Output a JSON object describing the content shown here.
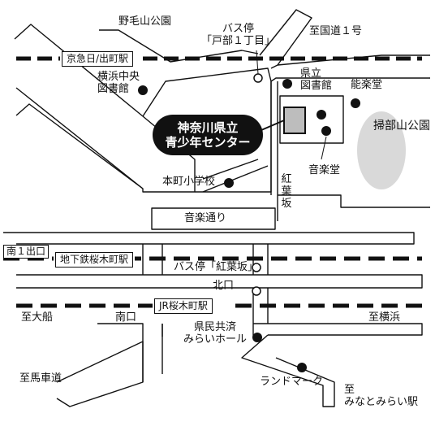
{
  "map": {
    "facility": {
      "line1": "神奈川県立",
      "line2": "青少年センター"
    },
    "park": "掃部山公園",
    "places": {
      "nogeyama_park": "野毛山公園",
      "bus_stop_tobe": "バス停\n「戸部１丁目」",
      "national_route": "至国道１号",
      "keikyu_station": "京急日/出町駅",
      "yokohama_library": "横浜中央\n図書館",
      "prefectural_library": "県立\n図書館",
      "noh_theater": "能楽堂",
      "music_hall": "音楽堂",
      "momiji_slope": "紅\n葉\n坂",
      "honcho_school": "本町小学校",
      "ongaku_street": "音楽通り",
      "south_exit_1": "南１出口",
      "subway_station": "地下鉄桜木町駅",
      "bus_stop_momiji": "バス停「紅葉坂」",
      "north_exit": "北口",
      "jr_station": "JR桜木町駅",
      "to_ofuna": "至大船",
      "south_exit": "南口",
      "to_yokohama": "至横浜",
      "kenmin_hall": "県民共済\nみらいホール",
      "to_basha_road": "至馬車道",
      "landmark": "ランドマーク",
      "to_minatomirai": "至\nみなとみらい駅"
    }
  },
  "colors": {
    "road": "#111111",
    "rail": "#111111",
    "park_fill": "#d9d9d9",
    "callout_fill": "#111111",
    "callout_text": "#ffffff"
  }
}
